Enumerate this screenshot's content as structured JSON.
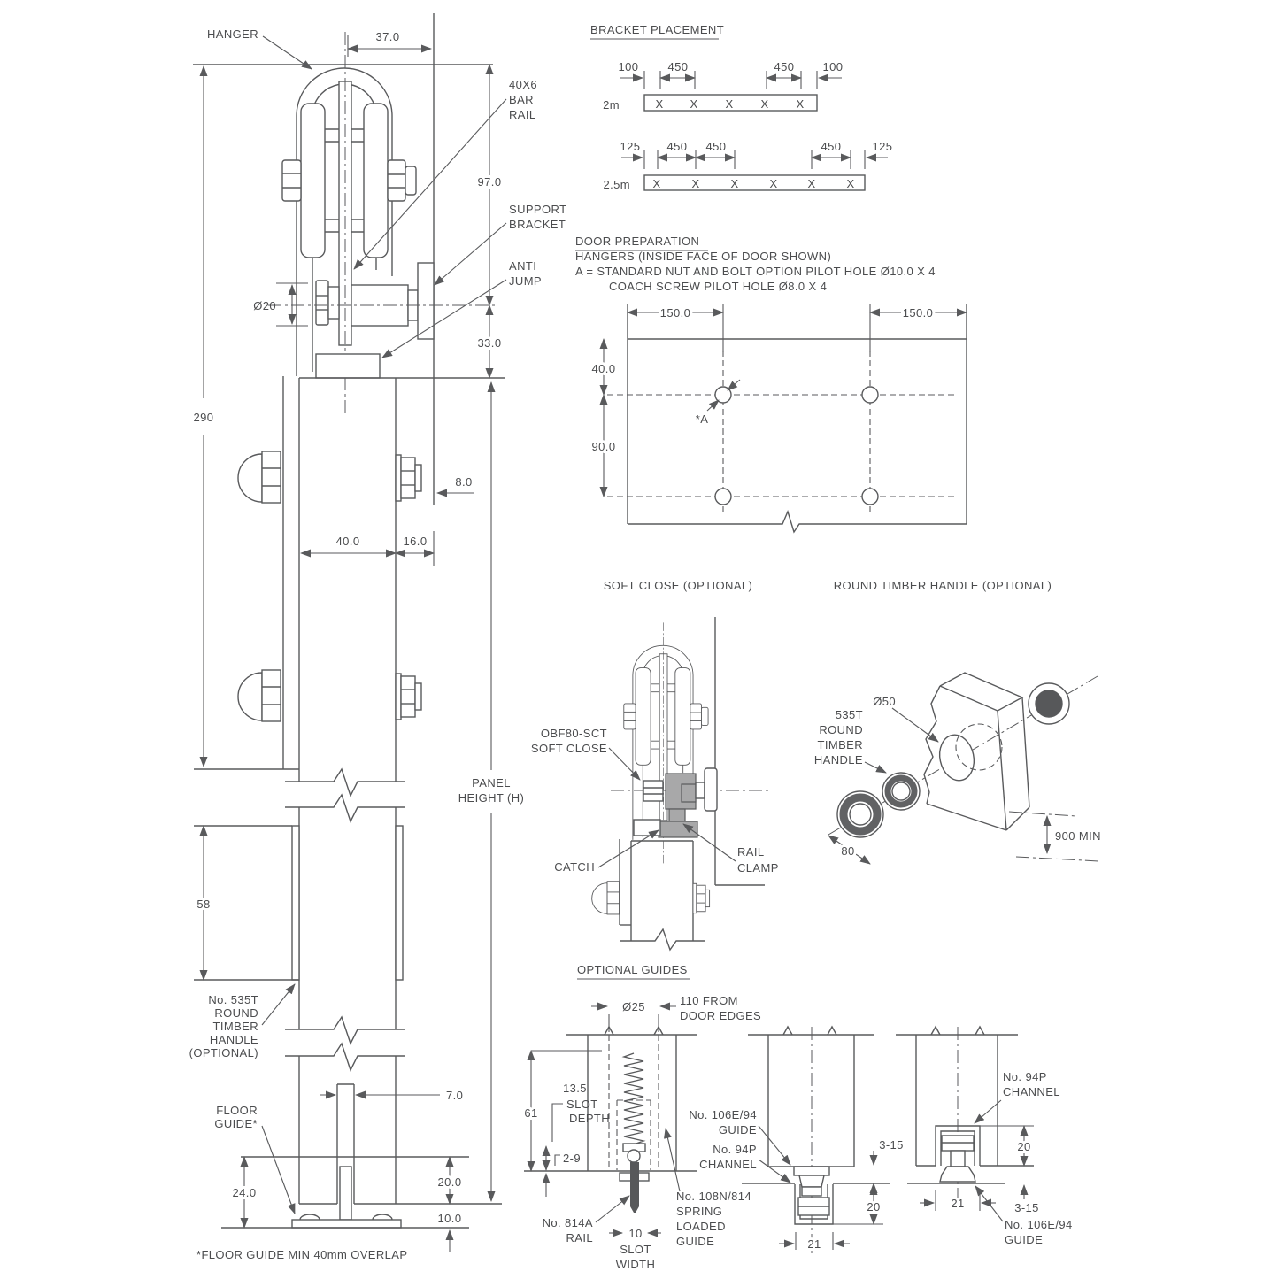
{
  "app": {
    "background": "#ffffff",
    "line_color": "#595a5c",
    "text_color": "#4b4c4e",
    "shade_color": "#a8a8a9"
  },
  "main_view": {
    "hanger_label": "HANGER",
    "dim_37": "37.0",
    "bar_rail_label": [
      "40X6",
      "BAR",
      "RAIL"
    ],
    "dim_97": "97.0",
    "support_bracket_label": [
      "SUPPORT",
      "BRACKET"
    ],
    "anti_jump_label": [
      "ANTI",
      "JUMP"
    ],
    "dim_d20": "Ø20",
    "dim_33": "33.0",
    "dim_290": "290",
    "dim_8": "8.0",
    "dim_40": "40.0",
    "dim_16": "16.0",
    "panel_height_label": [
      "PANEL",
      "HEIGHT (H)"
    ],
    "dim_58": "58",
    "handle_label": [
      "No. 535T",
      "ROUND",
      "TIMBER",
      "HANDLE",
      "(OPTIONAL)"
    ],
    "floor_guide_label": [
      "FLOOR",
      "GUIDE*"
    ],
    "dim_7": "7.0",
    "dim_24": "24.0",
    "dim_20": "20.0",
    "dim_10": "10.0",
    "footnote": "*FLOOR GUIDE MIN 40mm OVERLAP"
  },
  "bracket_placement": {
    "title": "BRACKET PLACEMENT",
    "rows": [
      {
        "label": "2m",
        "dims": [
          "100",
          "450",
          "450",
          "100"
        ],
        "marks": [
          "X",
          "X",
          "X",
          "X",
          "X"
        ]
      },
      {
        "label": "2.5m",
        "dims": [
          "125",
          "450",
          "450",
          "450",
          "125"
        ],
        "marks": [
          "X",
          "X",
          "X",
          "X",
          "X",
          "X"
        ]
      }
    ]
  },
  "door_preparation": {
    "title": "DOOR PREPARATION",
    "notes": [
      "HANGERS (INSIDE FACE OF DOOR SHOWN)",
      "A = STANDARD NUT AND BOLT OPTION PILOT HOLE Ø10.0 X 4",
      "COACH SCREW PILOT HOLE Ø8.0 X 4"
    ],
    "dim_150_left": "150.0",
    "dim_150_right": "150.0",
    "dim_40": "40.0",
    "dim_90": "90.0",
    "hole_label": "*A"
  },
  "soft_close": {
    "title": "SOFT CLOSE (OPTIONAL)",
    "device_label": [
      "OBF80-SCT",
      "SOFT CLOSE"
    ],
    "catch_label": "CATCH",
    "rail_clamp_label": [
      "RAIL",
      "CLAMP"
    ]
  },
  "round_timber_handle": {
    "title": "ROUND TIMBER HANDLE (OPTIONAL)",
    "dim_d50": "Ø50",
    "handle_label": [
      "535T",
      "ROUND",
      "TIMBER",
      "HANDLE"
    ],
    "dim_80": "80",
    "dim_900": "900 MIN"
  },
  "optional_guides": {
    "title": "OPTIONAL GUIDES",
    "spring_guide_view": {
      "dim_d25": "Ø25",
      "note_110": [
        "110 FROM",
        "DOOR EDGES"
      ],
      "dim_61": "61",
      "slot_depth_label": [
        "13.5",
        "SLOT",
        "DEPTH"
      ],
      "dim_2_9": "2-9",
      "rail_label": [
        "No. 814A",
        "RAIL"
      ],
      "dim_10": "10",
      "slot_width_label": [
        "SLOT",
        "WIDTH"
      ],
      "spring_guide_label": [
        "No. 108N/814",
        "SPRING",
        "LOADED",
        "GUIDE"
      ]
    },
    "bottom_guide_view": {
      "guide_label": [
        "No. 106E/94",
        "GUIDE"
      ],
      "channel_label": [
        "No. 94P",
        "CHANNEL"
      ],
      "dim_3_15": "3-15",
      "dim_20": "20",
      "dim_21": "21"
    },
    "door_channel_view": {
      "channel_label": [
        "No. 94P",
        "CHANNEL"
      ],
      "guide_label": [
        "No. 106E/94",
        "GUIDE"
      ],
      "dim_20": "20",
      "dim_21": "21",
      "dim_3_15": "3-15"
    }
  }
}
